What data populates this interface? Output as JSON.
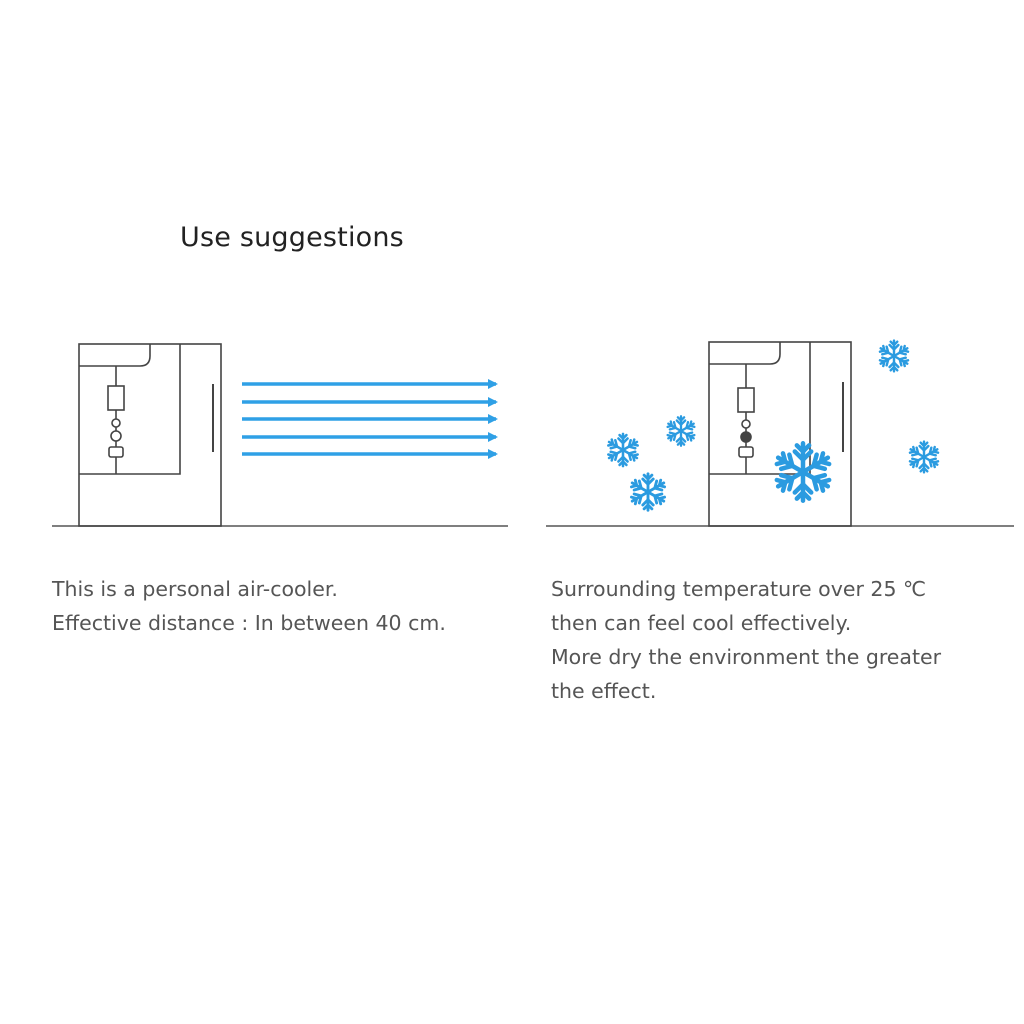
{
  "title": "Use suggestions",
  "colors": {
    "accent_blue": "#2fa0e6",
    "snowflake_blue": "#2b9be0",
    "outline": "#444444",
    "text": "#555555",
    "heading": "#222222"
  },
  "icons": {
    "left_panel": [
      "air-cooler-icon",
      "airflow-arrow-icon"
    ],
    "right_panel": [
      "air-cooler-icon",
      "snowflake-icon"
    ]
  },
  "left_panel": {
    "caption_lines": [
      "This is a personal air-cooler.",
      "Effective distance : In between 40 cm."
    ]
  },
  "right_panel": {
    "caption_lines": [
      "Surrounding temperature over 25 ℃",
      "then can feel cool effectively.",
      "More dry the environment the greater",
      "the effect."
    ]
  }
}
